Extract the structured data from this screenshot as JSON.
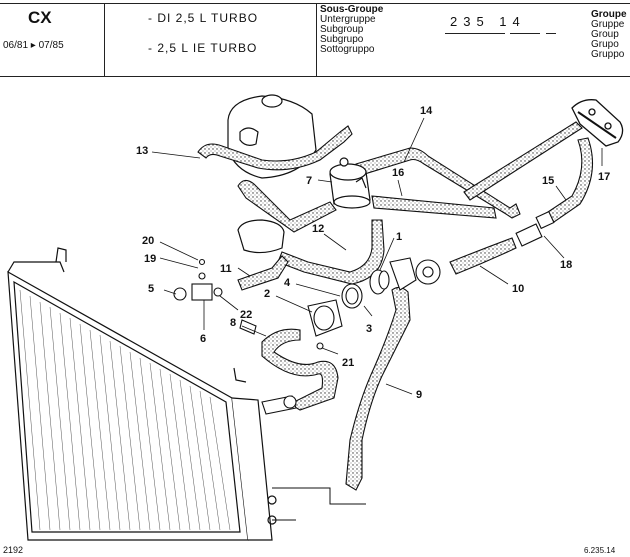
{
  "header": {
    "model": "CX",
    "dates": "06/81 ▸ 07/85",
    "engine_line_1": "- DI 2,5 L TURBO",
    "engine_line_2": "- 2,5 L IE TURBO",
    "subgroup_labels": [
      "Sous-Groupe",
      "Untergruppe",
      "Subgroup",
      "Subgrupo",
      "Sottogruppo"
    ],
    "subgroup_code": "235 14",
    "group_labels": [
      "Groupe",
      "Gruppe",
      "Group",
      "Grupo",
      "Gruppo"
    ]
  },
  "callouts": [
    "1",
    "2",
    "3",
    "4",
    "5",
    "6",
    "7",
    "8",
    "9",
    "10",
    "11",
    "12",
    "13",
    "14",
    "15",
    "16",
    "17",
    "18",
    "19",
    "20",
    "21",
    "22"
  ],
  "footer": {
    "figure_number": "2192",
    "page_ref": "6.235.14"
  }
}
